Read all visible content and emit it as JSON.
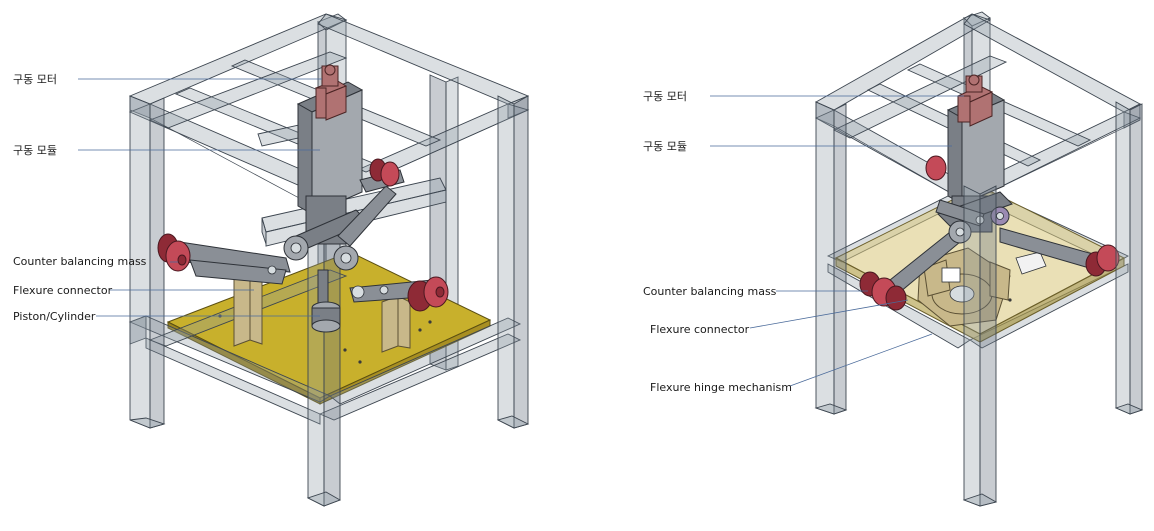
{
  "left_view": {
    "labels": {
      "drive_motor": "구동 모터",
      "drive_module": "구동 모듈",
      "counter_balancing_mass": "Counter balancing mass",
      "flexure_connector": "Flexure connector",
      "piston_cylinder": "Piston/Cylinder"
    }
  },
  "right_view": {
    "labels": {
      "drive_motor": "구동 모터",
      "drive_module": "구동 모듈",
      "counter_balancing_mass": "Counter balancing mass",
      "flexure_connector": "Flexure connector",
      "flexure_hinge_mechanism": "Flexure hinge mechanism"
    }
  },
  "colors": {
    "frame": "#8f9aa6",
    "base_plate": "#c8b02c",
    "motor": "#b07272",
    "counter_mass": "#c44a58",
    "leader_line": "#4a6a9a"
  }
}
